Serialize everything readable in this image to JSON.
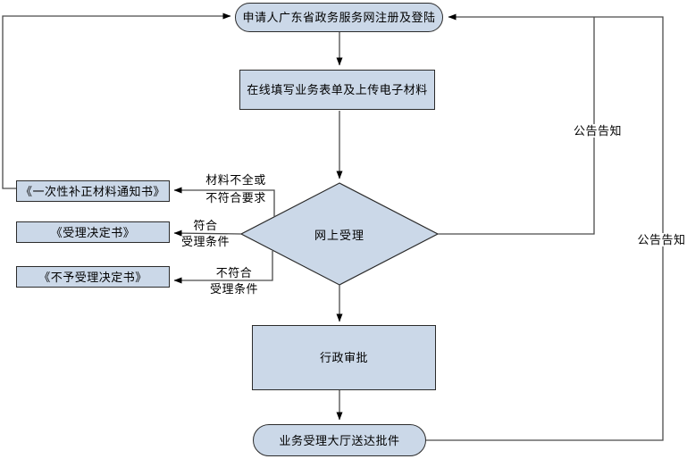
{
  "diagram_type": "flowchart",
  "colors": {
    "background": "#ffffff",
    "node_fill": "#cbd8e8",
    "node_border": "#2b2b2b",
    "line": "#4a4a4a",
    "arrow": "#000000",
    "text": "#000000"
  },
  "nodes": {
    "start": {
      "label": "申请人广东省政务服务网注册及登陆",
      "shape": "terminator"
    },
    "form": {
      "label": "在线填写业务表单及上传电子材料",
      "shape": "rect"
    },
    "decision": {
      "label": "网上受理",
      "shape": "diamond"
    },
    "correction_notice": {
      "label": "《一次性补正材料通知书》",
      "shape": "rect"
    },
    "acceptance_notice": {
      "label": "《受理决定书》",
      "shape": "rect"
    },
    "rejection_notice": {
      "label": "《不予受理决定书》",
      "shape": "rect"
    },
    "approval": {
      "label": "行政审批",
      "shape": "rect"
    },
    "delivery": {
      "label": "业务受理大厅送达批件",
      "shape": "terminator"
    }
  },
  "edge_labels": {
    "incomplete_line1": "材料不全或",
    "incomplete_line2": "不符合要求",
    "qualified_line1": "符合",
    "qualified_line2": "受理条件",
    "unqualified_line1": "不符合",
    "unqualified_line2": "受理条件",
    "announce_inner": "公告告知",
    "announce_outer": "公告告知"
  }
}
